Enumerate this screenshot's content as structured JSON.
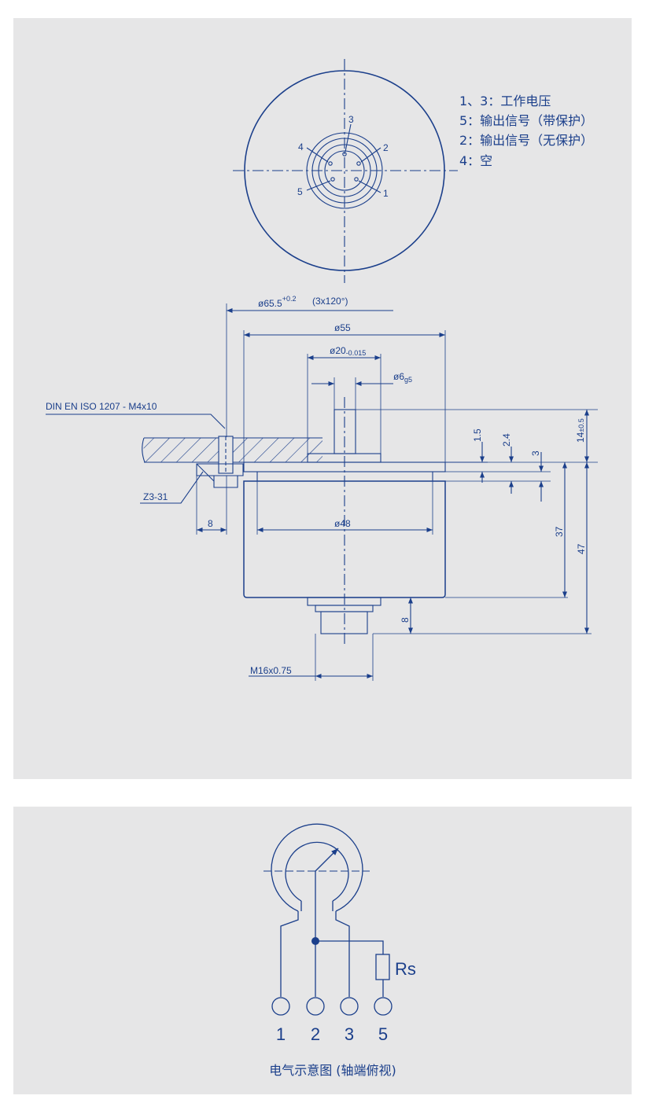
{
  "colors": {
    "line": "#1b3f8b",
    "panel": "#e6e6e7",
    "hatch": "#1b3f8b"
  },
  "connector_view": {
    "pins": [
      "1",
      "2",
      "3",
      "4",
      "5"
    ],
    "legend": [
      "1、3：工作电压",
      "5：输出信号（带保护）",
      "2：输出信号（无保护）",
      "4：空"
    ]
  },
  "section_view": {
    "bolt_circle_main": "ø65.5",
    "bolt_circle_tol": "+0.2",
    "bolt_circle_note": "(3x120°)",
    "d55": "ø55",
    "d20_main": "ø20",
    "d20_tol": "-0.015",
    "d6_main": "ø6",
    "d6_tol": "g5",
    "screw": "DIN EN ISO 1207 - M4x10",
    "clamp": "Z3-31",
    "dim8_left": "8",
    "d48": "ø48",
    "dim1_5": "1.5",
    "dim2_4": "2.4",
    "dim3": "3",
    "dim14_main": "14",
    "dim14_tol": "±0.5",
    "dim37": "37",
    "dim47": "47",
    "dim8_right": "8",
    "thread": "M16x0.75"
  },
  "circuit": {
    "resistor": "Rs",
    "terminals": [
      "1",
      "2",
      "3",
      "5"
    ],
    "caption": "电气示意图 (轴端俯视)"
  }
}
